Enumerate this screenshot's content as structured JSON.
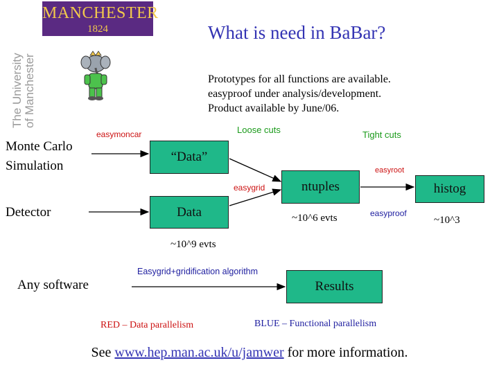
{
  "logo": {
    "name": "MANCHESTER",
    "year": "1824",
    "side_text": "The University of Manchester"
  },
  "title": "What is need in BaBar?",
  "bullets": [
    "Prototypes for all functions are available.",
    "easyproof under analysis/development.",
    "Product available by June/06."
  ],
  "inputs": {
    "monte_carlo_line1": "Monte Carlo",
    "monte_carlo_line2": "Simulation",
    "detector": "Detector",
    "any_software": "Any software"
  },
  "boxes": {
    "data_quoted": "“Data”",
    "data": "Data",
    "ntuples": "ntuples",
    "histog": "histog",
    "results": "Results"
  },
  "labels": {
    "easymoncar": "easymoncar",
    "loose_cuts": "Loose cuts",
    "tight_cuts": "Tight cuts",
    "easyroot": "easyroot",
    "easygrid": "easygrid",
    "easyproof": "easyproof",
    "evts_6": "~10^6 evts",
    "evts_9": "~10^9 evts",
    "histog_count": "~10^3",
    "algorithm": "Easygrid+gridification algorithm"
  },
  "legend": {
    "red": "RED – Data parallelism",
    "blue": "BLUE – Functional parallelism"
  },
  "footer": {
    "prefix": "See",
    "link": "www.hep.man.ac.uk/u/jamwer",
    "suffix": "for more information."
  },
  "colors": {
    "box_fill": "#1fb889",
    "title": "#3333b3",
    "red": "#cc1111",
    "blue": "#2020a0",
    "green": "#1a9a1a",
    "logo_bg": "#5a2a82",
    "logo_text": "#f2c94c"
  }
}
